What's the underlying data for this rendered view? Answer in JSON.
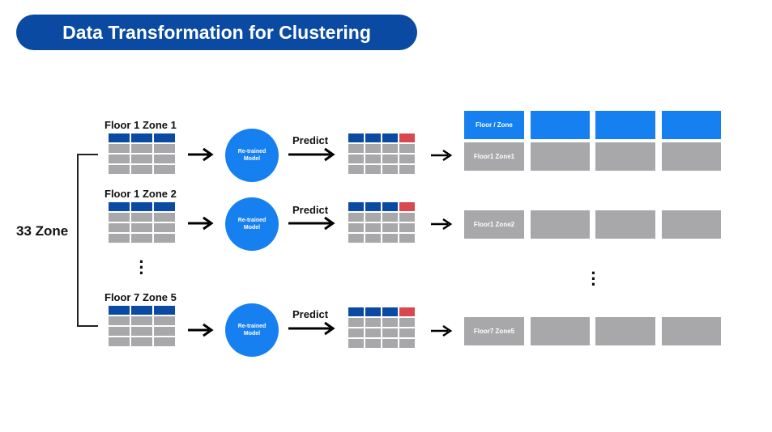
{
  "title": "Data Transformation for Clustering",
  "zone_total": "33 Zone",
  "rows": [
    {
      "label": "Floor 1 Zone 1",
      "model_line1": "Re-trained",
      "model_line2": "Model",
      "predict": "Predict",
      "result_label": "Floor1 Zone1"
    },
    {
      "label": "Floor 1 Zone 2",
      "model_line1": "Re-trained",
      "model_line2": "Model",
      "predict": "Predict",
      "result_label": "Floor1 Zone2"
    },
    {
      "label": "Floor 7 Zone 5",
      "model_line1": "Re-trained",
      "model_line2": "Model",
      "predict": "Predict",
      "result_label": "Floor7 Zone5"
    }
  ],
  "result_table": {
    "header": "Floor / Zone"
  },
  "colors": {
    "dark_blue": "#0a4aa3",
    "bright_blue": "#1680f0",
    "gray": "#a8a8aa",
    "red": "#d9484f"
  }
}
